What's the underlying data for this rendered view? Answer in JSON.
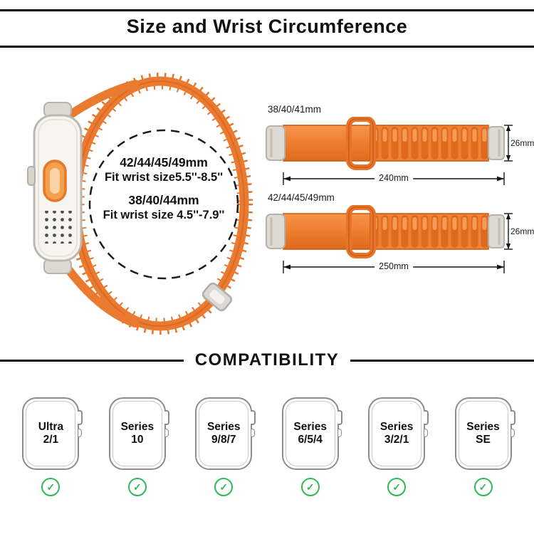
{
  "header": {
    "title": "Size and Wrist Circumference"
  },
  "size_guide": {
    "circle_lines": [
      "42/44/45/49mm",
      "Fit wrist size5.5''-8.5''",
      "38/40/44mm",
      "Fit wrist size 4.5''-7.9''"
    ]
  },
  "bands": [
    {
      "label": "38/40/41mm",
      "band_width": "26mm",
      "band_length": "240mm"
    },
    {
      "label": "42/44/45/49mm",
      "band_width": "26mm",
      "band_length": "250mm"
    }
  ],
  "compatibility": {
    "heading": "COMPATIBILITY",
    "check_glyph": "✓",
    "models": [
      {
        "name_line1": "Ultra",
        "name_line2": "2/1"
      },
      {
        "name_line1": "Series",
        "name_line2": "10"
      },
      {
        "name_line1": "Series",
        "name_line2": "9/8/7"
      },
      {
        "name_line1": "Series",
        "name_line2": "6/5/4"
      },
      {
        "name_line1": "Series",
        "name_line2": "3/2/1"
      },
      {
        "name_line1": "Series",
        "name_line2": "SE"
      }
    ]
  },
  "colors": {
    "band_orange": "#EA7A2F",
    "band_orange_dark": "#DE6A1D",
    "check_green": "#2FB857",
    "rule_black": "#000000"
  }
}
